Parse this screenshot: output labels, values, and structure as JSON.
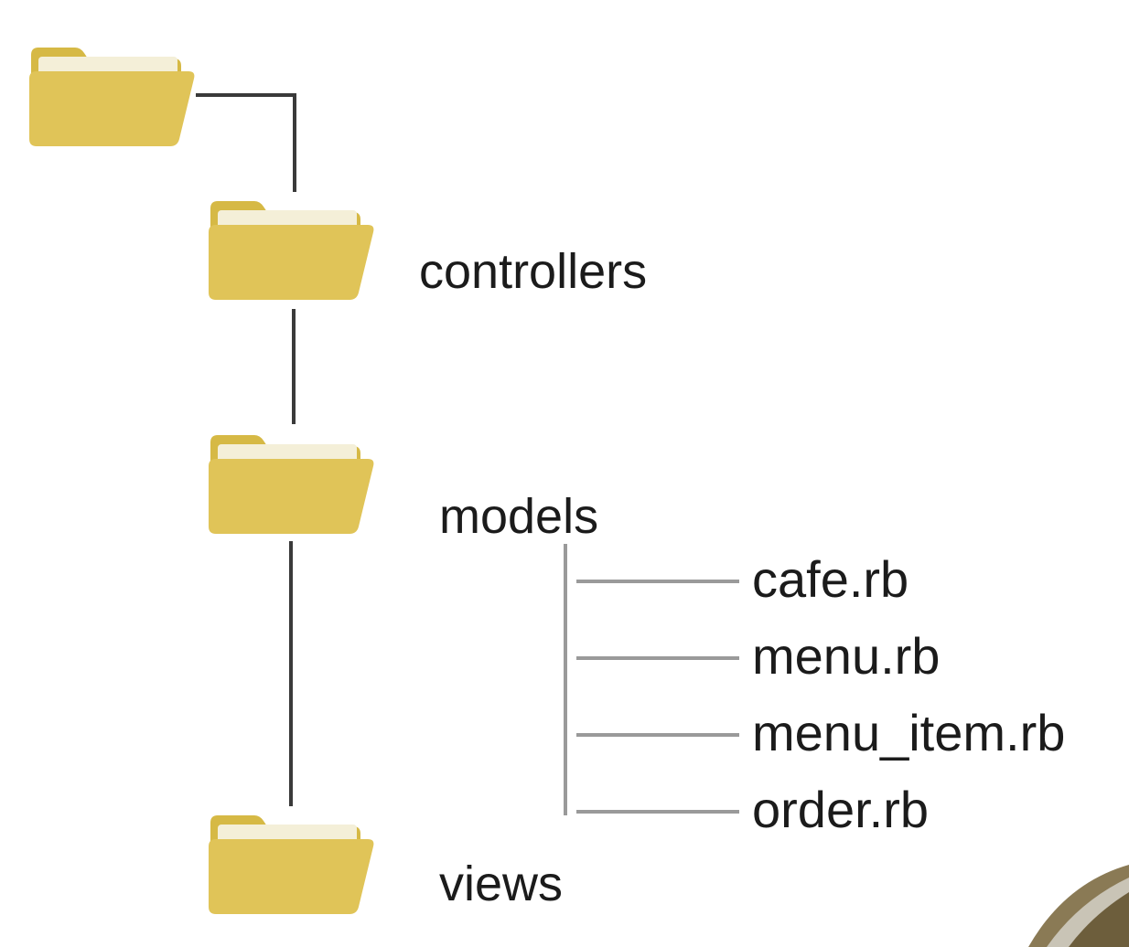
{
  "tree": {
    "root": {
      "icon": "folder-icon",
      "label": ""
    },
    "folders": [
      {
        "icon": "folder-icon",
        "label": "controllers"
      },
      {
        "icon": "folder-icon",
        "label": "models"
      },
      {
        "icon": "folder-icon",
        "label": "views"
      }
    ],
    "model_files": [
      {
        "label": "cafe.rb"
      },
      {
        "label": "menu.rb"
      },
      {
        "label": "menu_item.rb"
      },
      {
        "label": "order.rb"
      }
    ]
  },
  "colors": {
    "folder_body": "#e0c458",
    "folder_back": "#d6b945",
    "folder_paper": "#f4efd8",
    "connector_line": "#3a3a3a",
    "model_connector_line": "#9a9a9a",
    "text": "#1b1b1b"
  }
}
